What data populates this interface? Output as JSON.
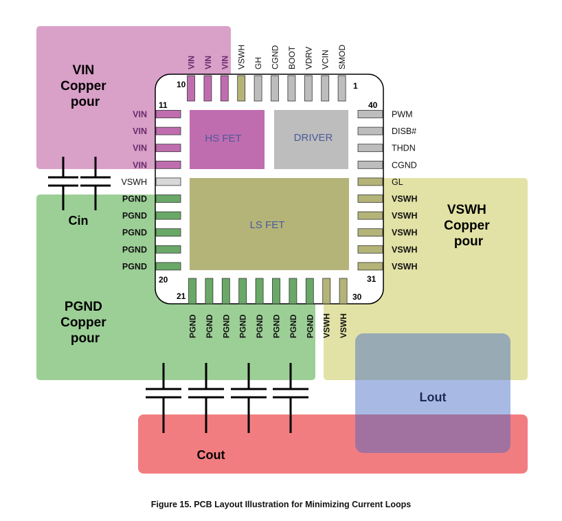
{
  "regions": {
    "vin_pour": [
      "VIN",
      "Copper",
      "pour"
    ],
    "pgnd_pour": [
      "PGND",
      "Copper",
      "pour"
    ],
    "vswh_pour": [
      "VSWH",
      "Copper",
      "pour"
    ],
    "lout": "Lout",
    "cout": "Cout",
    "cin": "Cin"
  },
  "chip": {
    "hs_fet": "HS FET",
    "driver": "DRIVER",
    "ls_fet": "LS FET"
  },
  "pin_numbers": {
    "p1": "1",
    "p10": "10",
    "p11": "11",
    "p20": "20",
    "p21": "21",
    "p30": "30",
    "p31": "31",
    "p40": "40"
  },
  "pins": {
    "top": [
      "VIN",
      "VIN",
      "VIN",
      "VSWH",
      "GH",
      "CGND",
      "BOOT",
      "VDRV",
      "VCIN",
      "SMOD"
    ],
    "left": [
      "VIN",
      "VIN",
      "VIN",
      "VIN",
      "VSWH",
      "PGND",
      "PGND",
      "PGND",
      "PGND",
      "PGND"
    ],
    "right": [
      "PWM",
      "DISB#",
      "THDN",
      "CGND",
      "GL",
      "VSWH",
      "VSWH",
      "VSWH",
      "VSWH",
      "VSWH"
    ],
    "bottom": [
      "PGND",
      "PGND",
      "PGND",
      "PGND",
      "PGND",
      "PGND",
      "PGND",
      "PGND",
      "VSWH",
      "VSWH"
    ]
  },
  "colors": {
    "vin": "#d9a0c8",
    "pgnd": "#9ccf96",
    "vswh": "#e2e2a6",
    "cout": "#f27d81",
    "lout": "#8fa6d8",
    "hs_fet": "#c06db0",
    "driver": "#bdbdbd",
    "ls_fet": "#b4b479",
    "vin_text": "#6a2a6a",
    "fet_text": "#4a5a9a"
  },
  "caption": "Figure 15. PCB Layout Illustration for Minimizing Current Loops"
}
